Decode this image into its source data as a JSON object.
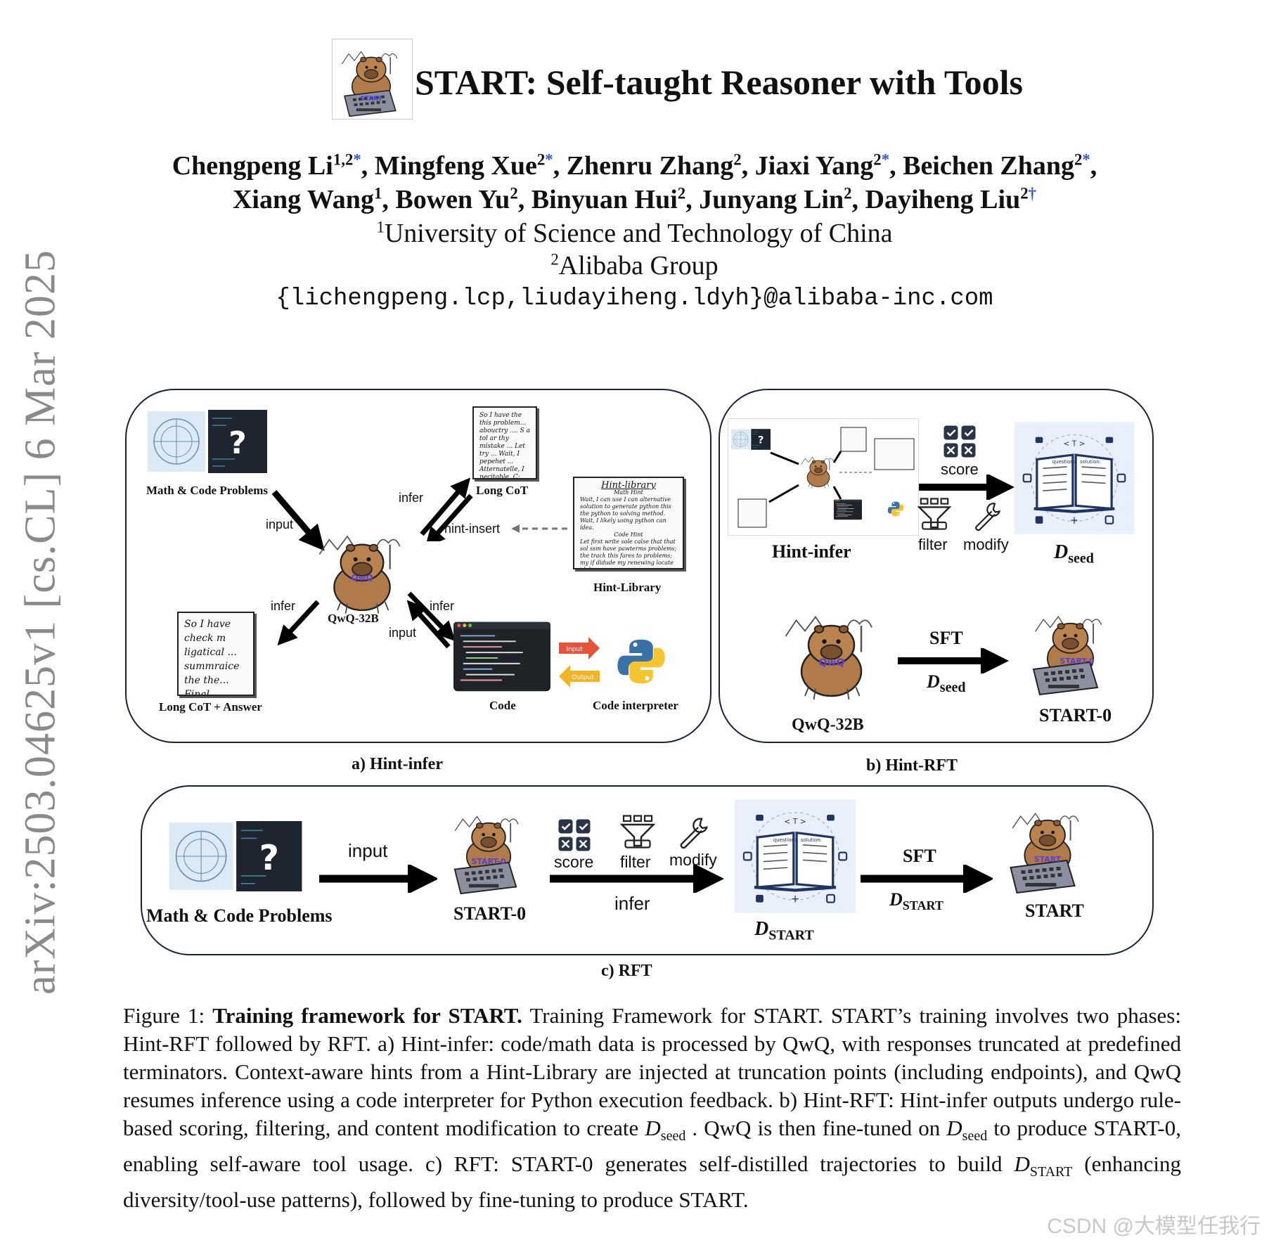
{
  "sidebar": {
    "arxiv_id": "arXiv:2503.04625v1  [cs.CL]  6 Mar 2025"
  },
  "paper": {
    "title": "START: Self-taught Reasoner with Tools",
    "logo_text": "START",
    "authors_line1": [
      {
        "name": "Chengpeng Li",
        "sup": "1,2",
        "mark": "*"
      },
      {
        "name": "Mingfeng Xue",
        "sup": "2",
        "mark": "*"
      },
      {
        "name": "Zhenru Zhang",
        "sup": "2",
        "mark": ""
      },
      {
        "name": "Jiaxi Yang",
        "sup": "2",
        "mark": "*"
      },
      {
        "name": "Beichen Zhang",
        "sup": "2",
        "mark": "*"
      }
    ],
    "authors_line2": [
      {
        "name": "Xiang Wang",
        "sup": "1",
        "mark": ""
      },
      {
        "name": "Bowen Yu",
        "sup": "2",
        "mark": ""
      },
      {
        "name": "Binyuan Hui",
        "sup": "2",
        "mark": ""
      },
      {
        "name": "Junyang Lin",
        "sup": "2",
        "mark": ""
      },
      {
        "name": "Dayiheng Liu",
        "sup": "2",
        "mark": "†"
      }
    ],
    "affiliation1_sup": "1",
    "affiliation1": "University of Science and Technology of China",
    "affiliation2_sup": "2",
    "affiliation2": "Alibaba Group",
    "email": "{lichengpeng.lcp,liudayiheng.ldyh}@alibaba-inc.com"
  },
  "figure": {
    "panel_a": {
      "caption": "a) Hint-infer",
      "problems_label": "Math & Code Problems",
      "input1": "input",
      "model": "QwQ-32B",
      "model_badge": "QwQ",
      "infer_up": "infer",
      "long_cot": "Long CoT",
      "long_cot_note": "So I have the this problem... abouctry .... S a tol ar thy mistake ... Let try ... Wait, I pepehet ... Atternatelle, I necitable, C; that method ..... Yes, that correct .....",
      "hint_insert": "hint-insert",
      "hint_library_title": "Hint-library",
      "hint_library_math": "Math Hint",
      "hint_library_math_text": "Wait, I can use I can alternative solution to generate python this the python to solving method. Wait, I likely using python can idea.",
      "hint_library_code": "Code Hint",
      "hint_library_code_text": "Let first write sole calse that that sol ssm have pawterms problems; the track this fares to problems; my if didude my renewing locate idel.",
      "hint_library_label": "Hint-Library",
      "infer_down": "infer",
      "answer_note": "So I have check m ligatical ... summraice the the... Final solution ...",
      "answer_label": "Long CoT + Answer",
      "infer_code": "infer",
      "input_code": "input",
      "code_label": "Code",
      "input_tag": "Input",
      "output_tag": "Output",
      "interpreter_label": "Code interpreter"
    },
    "panel_b": {
      "caption": "b) Hint-RFT",
      "hint_infer": "Hint-infer",
      "score": "score",
      "filter": "filter",
      "modify": "modify",
      "d_seed": "D",
      "d_seed_sub": "seed",
      "model_from": "QwQ-32B",
      "model_badge": "QwQ",
      "sft": "SFT",
      "model_to": "START-0",
      "model_to_badge": "START-0"
    },
    "panel_c": {
      "caption": "c) RFT",
      "problems_label": "Math & Code Problems",
      "input": "input",
      "model": "START-0",
      "score": "score",
      "filter": "filter",
      "modify": "modify",
      "infer": "infer",
      "d_start": "D",
      "d_start_sub": "START",
      "sft": "SFT",
      "final_model": "START",
      "final_badge": "START"
    },
    "book_question": "question:",
    "book_solution": "solution:"
  },
  "caption": {
    "prefix": "Figure 1: ",
    "bold": "Training framework for START.",
    "t1": " Training Framework for START. START’s training involves two phases: Hint-RFT followed by RFT. a) Hint-infer: code/math data is processed by QwQ, with responses truncated at predefined terminators. Context-aware hints from a Hint-Library are injected at truncation points (including endpoints), and QwQ resumes inference using a code interpreter for Python execution feedback. b) Hint-RFT: Hint-infer outputs undergo rule-based scoring, filtering, and content modification to create ",
    "D": "D",
    "seed": "seed",
    "t2": " . QwQ is then fine-tuned on ",
    "t3": " to produce START-0, enabling self-aware tool usage. c) RFT: START-0 generates self-distilled trajectories to build ",
    "start": "START",
    "t4": " (enhancing diversity/tool-use patterns), followed by fine-tuning to produce START."
  },
  "watermark": "CSDN @大模型任我行"
}
